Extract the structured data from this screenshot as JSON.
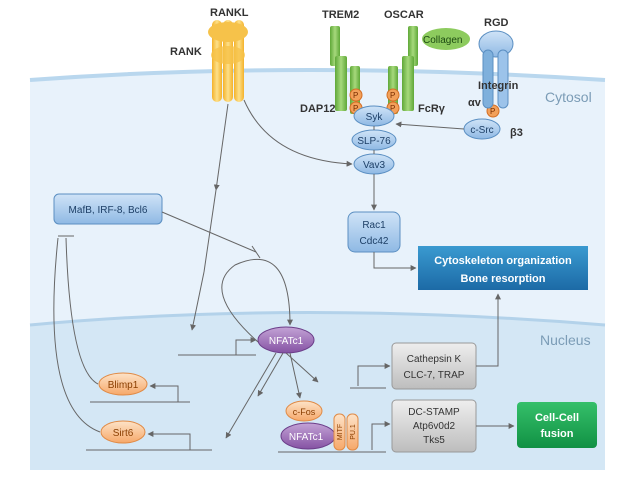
{
  "regions": {
    "cytosol": "Cytosol",
    "nucleus": "Nucleus"
  },
  "receptors": {
    "rankl": "RANKL",
    "rank": "RANK",
    "trem2": "TREM2",
    "oscar": "OSCAR",
    "collagen": "Collagen",
    "rgd": "RGD",
    "integrin": "Integrin",
    "alpha_v": "αv",
    "beta3": "β3",
    "dap12": "DAP12",
    "fcry": "FcRγ",
    "p": "P"
  },
  "kinases": {
    "syk": "Syk",
    "slp76": "SLP-76",
    "vav3": "Vav3",
    "csrc": "c-Src"
  },
  "rac": {
    "line1": "Rac1",
    "line2": "Cdc42"
  },
  "cytoskeleton": {
    "line1": "Cytoskeleton organization",
    "line2": "Bone resorption"
  },
  "repressors": "MafB, IRF-8, Bcl6",
  "nfatc1": "NFATc1",
  "genes": {
    "cathepsin": [
      "Cathepsin K",
      "CLC-7, TRAP"
    ],
    "dcstamp": [
      "DC-STAMP",
      "Atp6v0d2",
      "Tks5"
    ]
  },
  "blimp1": "Blimp1",
  "sirt6": "Sirt6",
  "complex": {
    "cfos": "c-Fos",
    "nfatc1": "NFATc1",
    "mitf": "MITF",
    "pu1": "PU.1"
  },
  "fusion": {
    "line1": "Cell-Cell",
    "line2": "fusion"
  },
  "colors": {
    "membrane_receptor": "#f7c23f",
    "green_receptor": "#7dc04b",
    "blue_node": "#9cc3ea",
    "nfatc1": "#9b6ab4",
    "orange_node": "#f7b27a",
    "cytoskeleton_box": "#2a7fb8",
    "fusion_box": "#1da24d",
    "gene_box": "#c9c9c9",
    "cytosol_bg": "#e6f1fa",
    "nucleus_bg": "#d6e8f5"
  }
}
